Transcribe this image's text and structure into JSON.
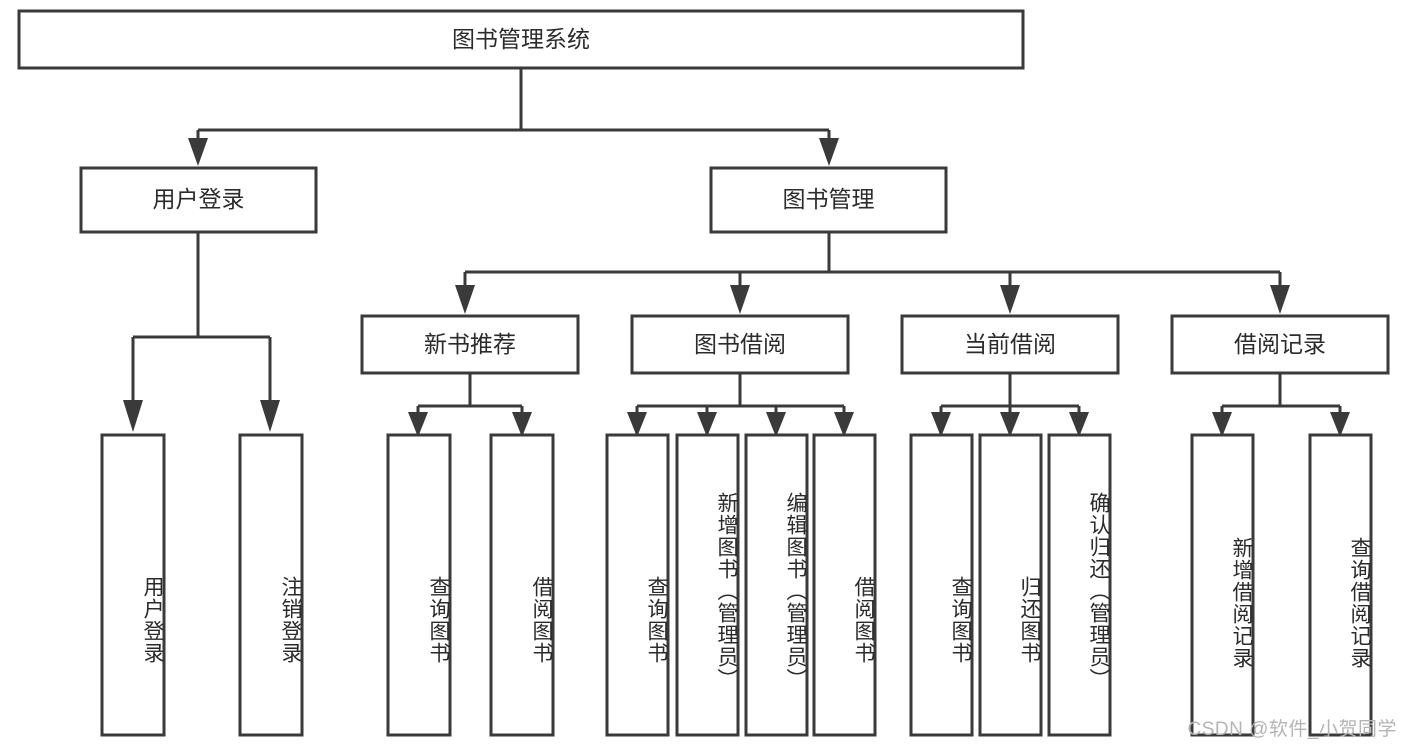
{
  "diagram": {
    "title": "图书管理系统",
    "type": "tree-hierarchy-diagram",
    "colors": {
      "stroke": "#3a3a3a",
      "box_fill": "#ffffff",
      "text": "#2b2b2b",
      "background": "#ffffff",
      "watermark": "#b4b4b4"
    },
    "root": {
      "label": "图书管理系统",
      "orientation": "horizontal"
    },
    "level2": [
      {
        "label": "用户登录",
        "orientation": "horizontal"
      },
      {
        "label": "图书管理",
        "orientation": "horizontal"
      }
    ],
    "level3": [
      {
        "label": "新书推荐",
        "orientation": "horizontal"
      },
      {
        "label": "图书借阅",
        "orientation": "horizontal"
      },
      {
        "label": "当前借阅",
        "orientation": "horizontal"
      },
      {
        "label": "借阅记录",
        "orientation": "horizontal"
      }
    ],
    "leaves": {
      "user_login": [
        {
          "label": "用户登录",
          "orientation": "vertical"
        },
        {
          "label": "注销登录",
          "orientation": "vertical"
        }
      ],
      "new_book_recommend": [
        {
          "label": "查询图书",
          "orientation": "vertical"
        },
        {
          "label": "借阅图书",
          "orientation": "vertical"
        }
      ],
      "book_borrow": [
        {
          "label": "查询图书",
          "orientation": "vertical"
        },
        {
          "label": "新增图书（管理员）",
          "orientation": "vertical"
        },
        {
          "label": "编辑图书（管理员）",
          "orientation": "vertical"
        },
        {
          "label": "借阅图书",
          "orientation": "vertical"
        }
      ],
      "current_borrow": [
        {
          "label": "查询图书",
          "orientation": "vertical"
        },
        {
          "label": "归还图书",
          "orientation": "vertical"
        },
        {
          "label": "确认归还（管理员）",
          "orientation": "vertical"
        }
      ],
      "borrow_record": [
        {
          "label": "新增借阅记录",
          "orientation": "vertical"
        },
        {
          "label": "查询借阅记录",
          "orientation": "vertical"
        }
      ]
    }
  },
  "watermark": {
    "text": "CSDN @软件_小贺同学"
  }
}
